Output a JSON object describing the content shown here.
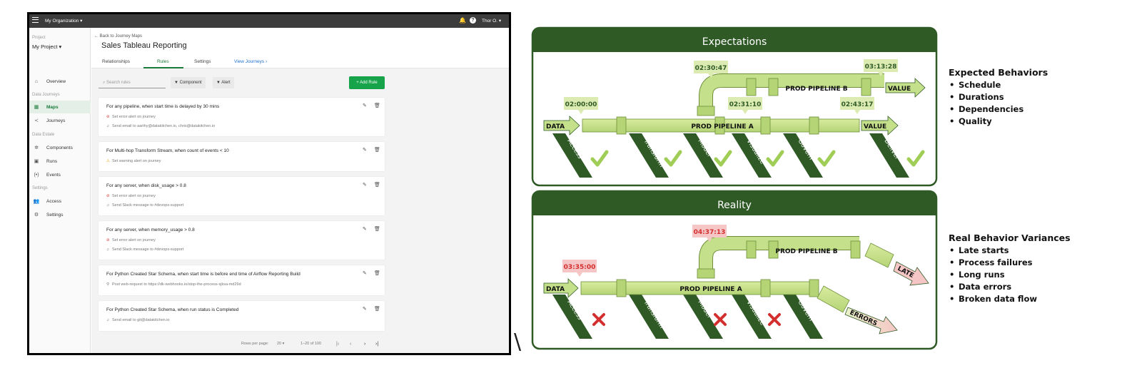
{
  "app": {
    "topbar": {
      "org": "My Organization ▾",
      "user": "Thor O. ▾"
    },
    "sidebar": {
      "project_label": "Project",
      "project_name": "My Project ▾",
      "overview": "Overview",
      "sec_journeys": "Data Journeys",
      "maps": "Maps",
      "journeys": "Journeys",
      "sec_estate": "Data Estate",
      "components": "Components",
      "runs": "Runs",
      "events": "Events",
      "sec_settings": "Settings",
      "access": "Access",
      "settings": "Settings"
    },
    "main": {
      "back": "Back to Journey Maps",
      "title": "Sales Tableau Reporting",
      "tabs": [
        "Relationships",
        "Rules",
        "Settings",
        "View Journeys ›"
      ],
      "search_placeholder": "Search rules",
      "filter_component": "Component",
      "filter_alert": "Alert",
      "add_rule": "+ Add Rule",
      "rules": [
        {
          "title": "For any pipeline, when start time is delayed by 30 mins",
          "lines": [
            "Set error alert on journey",
            "Send email to aarthy@datakitchen.io, chris@datakitchen.io"
          ]
        },
        {
          "title": "For Multi-hop Transform Stream, when count of events < 10",
          "lines": [
            "Set warning alert on journey"
          ]
        },
        {
          "title": "For any server, when disk_usage > 0.8",
          "lines": [
            "Set error alert on journey",
            "Send Slack message to #devops-support"
          ]
        },
        {
          "title": "For any server, when memory_usage > 0.8",
          "lines": [
            "Set error alert on journey",
            "Send Slack message to #devops-support"
          ]
        },
        {
          "title": "For Python Created Star Schema, when start time is before end time of Airflow Reporting Build",
          "lines": [
            "Post web-request to https://dk-webhooks.io/stop-the-process-sjksa-md29d"
          ]
        },
        {
          "title": "For Python Created Star Schema, when run status is Completed",
          "lines": [
            "Send email to git@datakitchen.io"
          ]
        }
      ],
      "pager": {
        "rows_label": "Rows per page:",
        "rows_value": "20 ▾",
        "range": "1–20 of 100"
      }
    }
  },
  "separator": "\\",
  "expectations": {
    "header": "Expectations",
    "times": [
      "02:30:47",
      "03:13:28",
      "02:00:00",
      "02:31:10",
      "02:43:17"
    ],
    "pipe_a": "PROD PIPELINE A",
    "pipe_b": "PROD PIPELINE B",
    "data": "DATA",
    "value": "VALUE",
    "stages": [
      "Access",
      "Transform",
      "Model",
      "Visualize",
      "Govern",
      "Deliver"
    ]
  },
  "reality": {
    "header": "Reality",
    "times": [
      "04:37:13",
      "03:35:00"
    ],
    "pipe_a": "PROD PIPELINE A",
    "pipe_b": "PROD PIPELINE B",
    "data": "DATA",
    "late": "LATE",
    "errors": "ERRORS",
    "stages": [
      "Access",
      "Transform",
      "Model",
      "Visualize",
      "Govern"
    ]
  },
  "expected_behaviors": {
    "heading": "Expected Behaviors",
    "items": [
      "Schedule",
      "Durations",
      "Dependencies",
      "Quality"
    ]
  },
  "real_variances": {
    "heading": "Real Behavior Variances",
    "items": [
      "Late starts",
      "Process failures",
      "Long runs",
      "Data errors",
      "Broken data flow"
    ]
  },
  "colors": {
    "dark_green": "#2f5a26",
    "pipe_green": "#c5e08a",
    "check_green": "#9fcd55",
    "time_label_green": "#dcebb1",
    "time_label_red": "#f6c6c6",
    "time_text_red": "#d32f2f",
    "accent_green": "#16a34a"
  }
}
